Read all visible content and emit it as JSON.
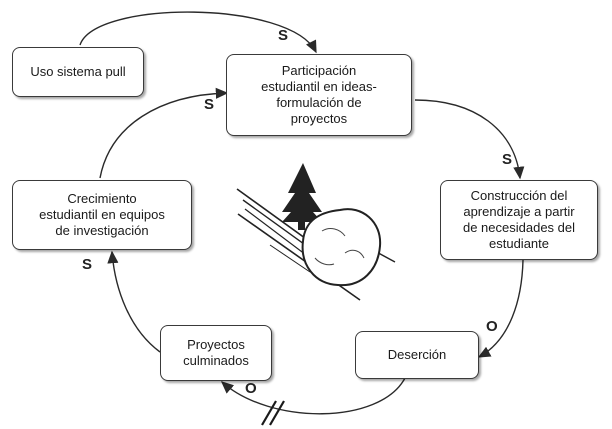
{
  "nodes": {
    "uso": "Uso sistema pull",
    "participacion": "Participación\nestudiantil en ideas-\nformulación de\nproyectos",
    "construccion": "Construcción del\naprendizaje a partir\nde necesidades del\nestudiante",
    "desercion": "Deserción",
    "proyectos": "Proyectos\nculminados",
    "crecimiento": "Crecimiento\nestudiantil en equipos\nde investigación"
  },
  "links": {
    "uso_to_participacion": "S",
    "participacion_to_construccion": "S",
    "construccion_to_desercion": "O",
    "desercion_to_proyectos": "O",
    "proyectos_to_crecimiento": "S",
    "crecimiento_to_participacion": "S"
  },
  "icons": {
    "center": "snowball-rolling-downhill-icon",
    "delay": "double-slash-delay-icon"
  }
}
